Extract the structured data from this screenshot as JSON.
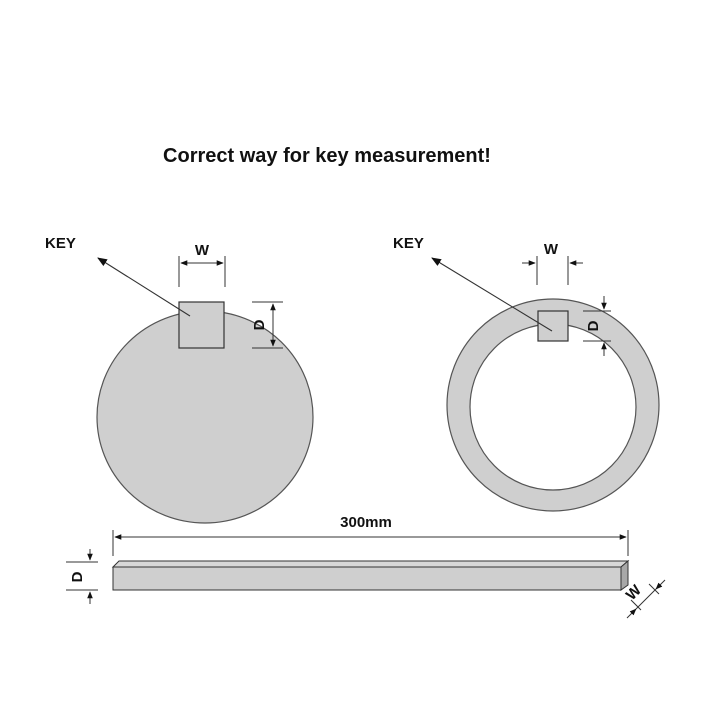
{
  "title": "Correct way for key measurement!",
  "colors": {
    "background": "#ffffff",
    "fill": "#cfcfcf",
    "side_face": "#a8a8a8",
    "stroke": "#333333",
    "text": "#111111"
  },
  "left_figure": {
    "description": "Solid round shaft with key on top",
    "key_label": "KEY",
    "width_label": "W",
    "depth_label": "D"
  },
  "right_figure": {
    "description": "Hollow ring (tube) with key on top",
    "key_label": "KEY",
    "width_label": "W",
    "depth_label": "D"
  },
  "bar": {
    "description": "Key bar stock",
    "length_label": "300mm",
    "depth_label": "D",
    "width_label": "W"
  }
}
